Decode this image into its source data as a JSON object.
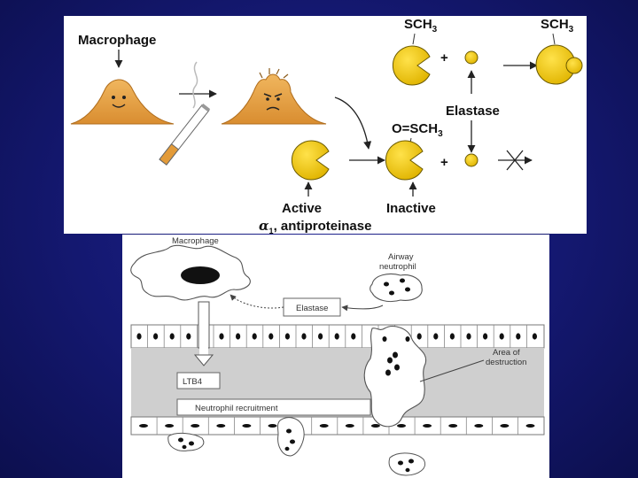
{
  "top_diagram": {
    "macrophage_label": "Macrophage",
    "sch3_left": "SCH",
    "sch3_left_sub": "3",
    "sch3_right": "SCH",
    "sch3_right_sub": "3",
    "plus_top": "+",
    "plus_bottom": "+",
    "elastase_label": "Elastase",
    "oxidized_label": "O=SCH",
    "oxidized_sub": "3",
    "active_label": "Active",
    "inactive_label": "Inactive",
    "alpha_label": "α",
    "alpha_sub": "1",
    "antiproteinase_label": ", antiproteinase"
  },
  "bottom_diagram": {
    "macrophage_label": "Macrophage",
    "airway_neutrophil_line1": "Airway",
    "airway_neutrophil_line2": "neutrophil",
    "elastase_label": "Elastase",
    "ltb4_label": "LTB4",
    "neutrophil_recruitment_label": "Neutrophil recruitment",
    "area_of_destruction_line1": "Area of",
    "area_of_destruction_line2": "destruction"
  },
  "colors": {
    "background": "#141870",
    "alpha_protein_fill": "#e8c20a",
    "alpha_protein_stroke": "#6b5a00",
    "macrophage_fill": "#e6a44a",
    "tissue_gray": "#c8c8c8"
  }
}
